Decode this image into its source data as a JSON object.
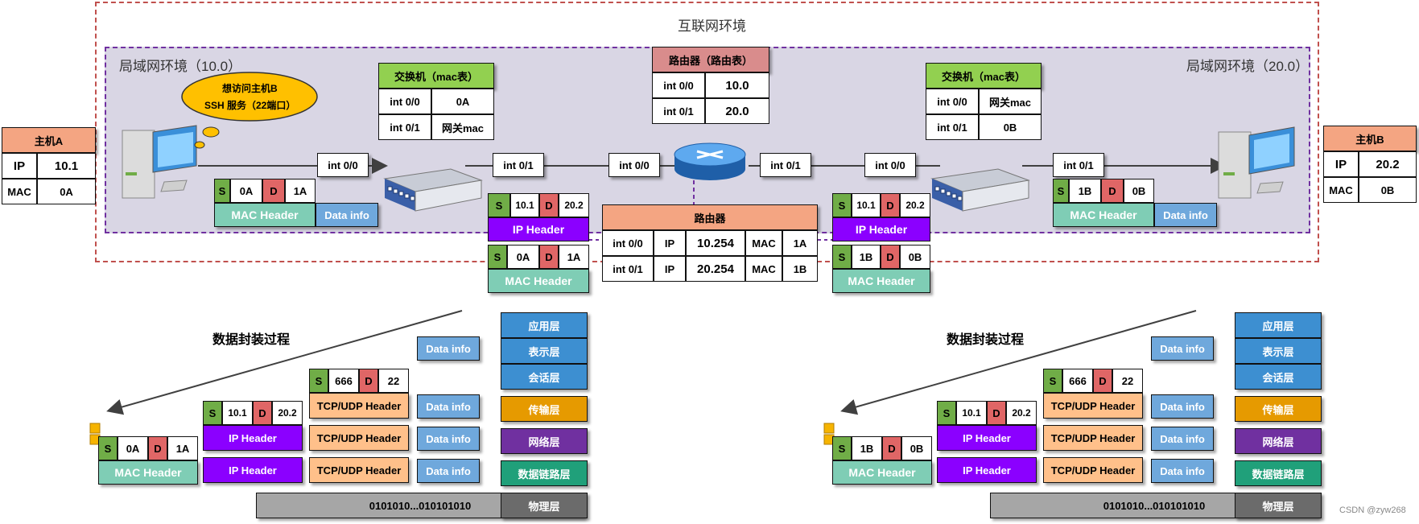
{
  "labels": {
    "internet": "互联网环境",
    "lan_left": "局域网环境（10.0）",
    "lan_right": "局域网环境（20.0）",
    "encap_left": "数据封装过程",
    "encap_right": "数据封装过程",
    "watermark": "CSDN @zyw268"
  },
  "speech": {
    "line1": "想访问主机B",
    "line2": "SSH 服务（22端口）"
  },
  "hostA": {
    "title": "主机A",
    "rows": [
      [
        "IP",
        "10.1"
      ],
      [
        "MAC",
        "0A"
      ]
    ]
  },
  "hostB": {
    "title": "主机B",
    "rows": [
      [
        "IP",
        "20.2"
      ],
      [
        "MAC",
        "0B"
      ]
    ]
  },
  "switch_left": {
    "title": "交换机（mac表）",
    "rows": [
      [
        "int 0/0",
        "0A"
      ],
      [
        "int 0/1",
        "网关mac"
      ]
    ]
  },
  "switch_right": {
    "title": "交换机（mac表）",
    "rows": [
      [
        "int 0/0",
        "网关mac"
      ],
      [
        "int 0/1",
        "0B"
      ]
    ]
  },
  "router_table": {
    "title": "路由器（路由表）",
    "rows": [
      [
        "int 0/0",
        "10.0"
      ],
      [
        "int 0/1",
        "20.0"
      ]
    ]
  },
  "router_info": {
    "title": "路由器",
    "rows": [
      [
        "int 0/0",
        "IP",
        "10.254",
        "MAC",
        "1A"
      ],
      [
        "int 0/1",
        "IP",
        "20.254",
        "MAC",
        "1B"
      ]
    ]
  },
  "ports": {
    "p1": "int 0/0",
    "p2": "int 0/1",
    "p3": "int 0/0",
    "p4": "int 0/1",
    "p5": "int 0/0",
    "p6": "int 0/1"
  },
  "frames": {
    "a": {
      "s": "S",
      "sv": "0A",
      "d": "D",
      "dv": "1A",
      "mac": "MAC Header",
      "data": "Data info"
    },
    "b": {
      "s": "S",
      "sv": "1B",
      "d": "D",
      "dv": "0B",
      "mac": "MAC Header",
      "data": "Data info"
    },
    "mid_left": {
      "ips": "S",
      "ipsv": "10.1",
      "ipd": "D",
      "ipdv": "20.2",
      "ip": "IP Header",
      "s": "S",
      "sv": "0A",
      "d": "D",
      "dv": "1A",
      "mac": "MAC Header"
    },
    "mid_right": {
      "ips": "S",
      "ipsv": "10.1",
      "ipd": "D",
      "ipdv": "20.2",
      "ip": "IP Header",
      "s": "S",
      "sv": "1B",
      "d": "D",
      "dv": "0B",
      "mac": "MAC Header"
    }
  },
  "encap_left": {
    "tcp": {
      "s": "S",
      "sv": "666",
      "d": "D",
      "dv": "22",
      "h": "TCP/UDP Header"
    },
    "ip": {
      "s": "S",
      "sv": "10.1",
      "d": "D",
      "dv": "20.2",
      "h": "IP Header"
    },
    "mac": {
      "s": "S",
      "sv": "0A",
      "d": "D",
      "dv": "1A",
      "h": "MAC Header"
    },
    "data": "Data info",
    "bits": "0101010...010101010"
  },
  "encap_right": {
    "tcp": {
      "s": "S",
      "sv": "666",
      "d": "D",
      "dv": "22",
      "h": "TCP/UDP Header"
    },
    "ip": {
      "s": "S",
      "sv": "10.1",
      "d": "D",
      "dv": "20.2",
      "h": "IP Header"
    },
    "mac": {
      "s": "S",
      "sv": "1B",
      "d": "D",
      "dv": "0B",
      "h": "MAC Header"
    },
    "data": "Data info",
    "bits": "0101010...010101010"
  },
  "layers": [
    "应用层",
    "表示层",
    "会话层",
    "传输层",
    "网络层",
    "数据链路层",
    "物理层"
  ],
  "colors": {
    "salmon": "#f4a582",
    "green": "#92d050",
    "rose": "#d98c8c",
    "teal": "#7fcdb5",
    "blue": "#6fa8dc",
    "purple": "#8b00ff",
    "orange": "#ffc08a",
    "gray": "#a6a6a6",
    "s_green": "#70ad47",
    "d_red": "#e06666",
    "layer_blue": "#3d8fd1",
    "layer_orange": "#e69a00",
    "layer_purple": "#7030a0",
    "layer_teal": "#20a07a",
    "layer_gray": "#6b6b6b"
  }
}
